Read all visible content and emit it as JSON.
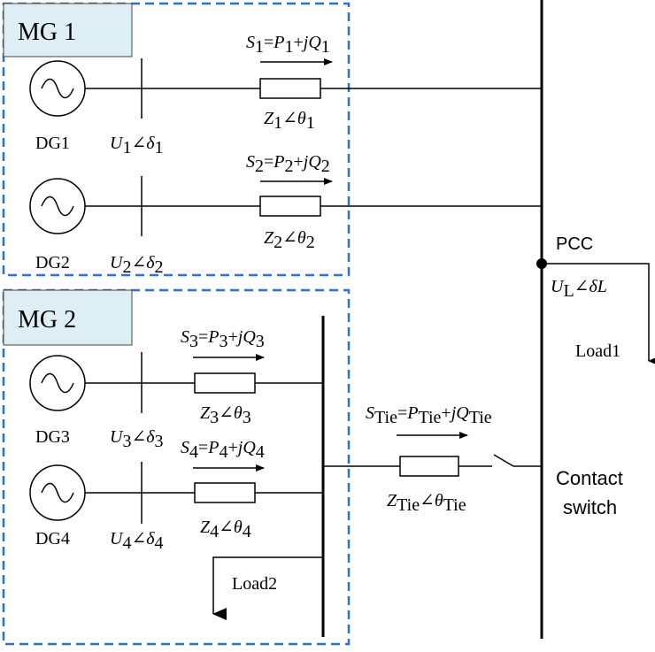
{
  "microgrids": [
    {
      "label": "MG 1",
      "box_fill": "#ddeef4"
    },
    {
      "label": "MG 2",
      "box_fill": "#ddeef4"
    }
  ],
  "generators": [
    {
      "id": "DG1",
      "voltage": {
        "U": "U",
        "sub": "1",
        "angle": "δ",
        "angle_sub": "1"
      },
      "flow": {
        "S": "S",
        "s_sub": "1",
        "P": "P",
        "p_sub": "1",
        "jQ": "jQ",
        "q_sub": "1"
      },
      "impedance": {
        "Z": "Z",
        "z_sub": "1",
        "theta": "θ",
        "t_sub": "1"
      }
    },
    {
      "id": "DG2",
      "voltage": {
        "U": "U",
        "sub": "2",
        "angle": "δ",
        "angle_sub": "2"
      },
      "flow": {
        "S": "S",
        "s_sub": "2",
        "P": "P",
        "p_sub": "2",
        "jQ": "jQ",
        "q_sub": "2"
      },
      "impedance": {
        "Z": "Z",
        "z_sub": "2",
        "theta": "θ",
        "t_sub": "2"
      }
    },
    {
      "id": "DG3",
      "voltage": {
        "U": "U",
        "sub": "3",
        "angle": "δ",
        "angle_sub": "3"
      },
      "flow": {
        "S": "S",
        "s_sub": "3",
        "P": "P",
        "p_sub": "3",
        "jQ": "jQ",
        "q_sub": "3"
      },
      "impedance": {
        "Z": "Z",
        "z_sub": "3",
        "theta": "θ",
        "t_sub": "3"
      }
    },
    {
      "id": "DG4",
      "voltage": {
        "U": "U",
        "sub": "4",
        "angle": "δ",
        "angle_sub": "4"
      },
      "flow": {
        "S": "S",
        "s_sub": "4",
        "P": "P",
        "p_sub": "4",
        "jQ": "jQ",
        "q_sub": "4"
      },
      "impedance": {
        "Z": "Z",
        "z_sub": "4",
        "theta": "θ",
        "t_sub": "4"
      }
    }
  ],
  "pcc": {
    "label": "PCC",
    "voltage": {
      "U": "U",
      "sub": "L",
      "angle": "δL"
    }
  },
  "loads": {
    "load1": "Load1",
    "load2": "Load2"
  },
  "tie": {
    "flow": {
      "S": "S",
      "s_sub": "Tie",
      "P": "P",
      "p_sub": "Tie",
      "jQ": "jQ",
      "q_sub": "Tie"
    },
    "impedance": {
      "Z": "Z",
      "z_sub": "Tie",
      "theta": "θ",
      "t_sub": "Tie"
    }
  },
  "switch": {
    "line1": "Contact",
    "line2": "switch"
  },
  "symbols": {
    "angle": "∠",
    "eq": "=",
    "plus": "+"
  }
}
